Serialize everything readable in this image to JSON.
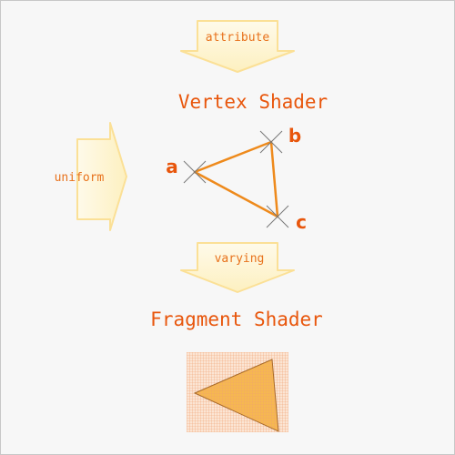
{
  "labels": {
    "attribute": "attribute",
    "vertex_shader": "Vertex Shader",
    "uniform": "uniform",
    "varying": "varying",
    "fragment_shader": "Fragment Shader",
    "vertex_a": "a",
    "vertex_b": "b",
    "vertex_c": "c"
  },
  "colors": {
    "accent_orange": "#e8560c",
    "label_orange": "#e8721c",
    "triangle_stroke": "#ee8a1c",
    "arrow_fill": "#fdf1c4",
    "arrow_edge": "#fbe096",
    "fill_orange": "#f6b850",
    "grid_line": "#f0a070",
    "marker_gray": "#777777",
    "background": "#f7f7f7"
  }
}
